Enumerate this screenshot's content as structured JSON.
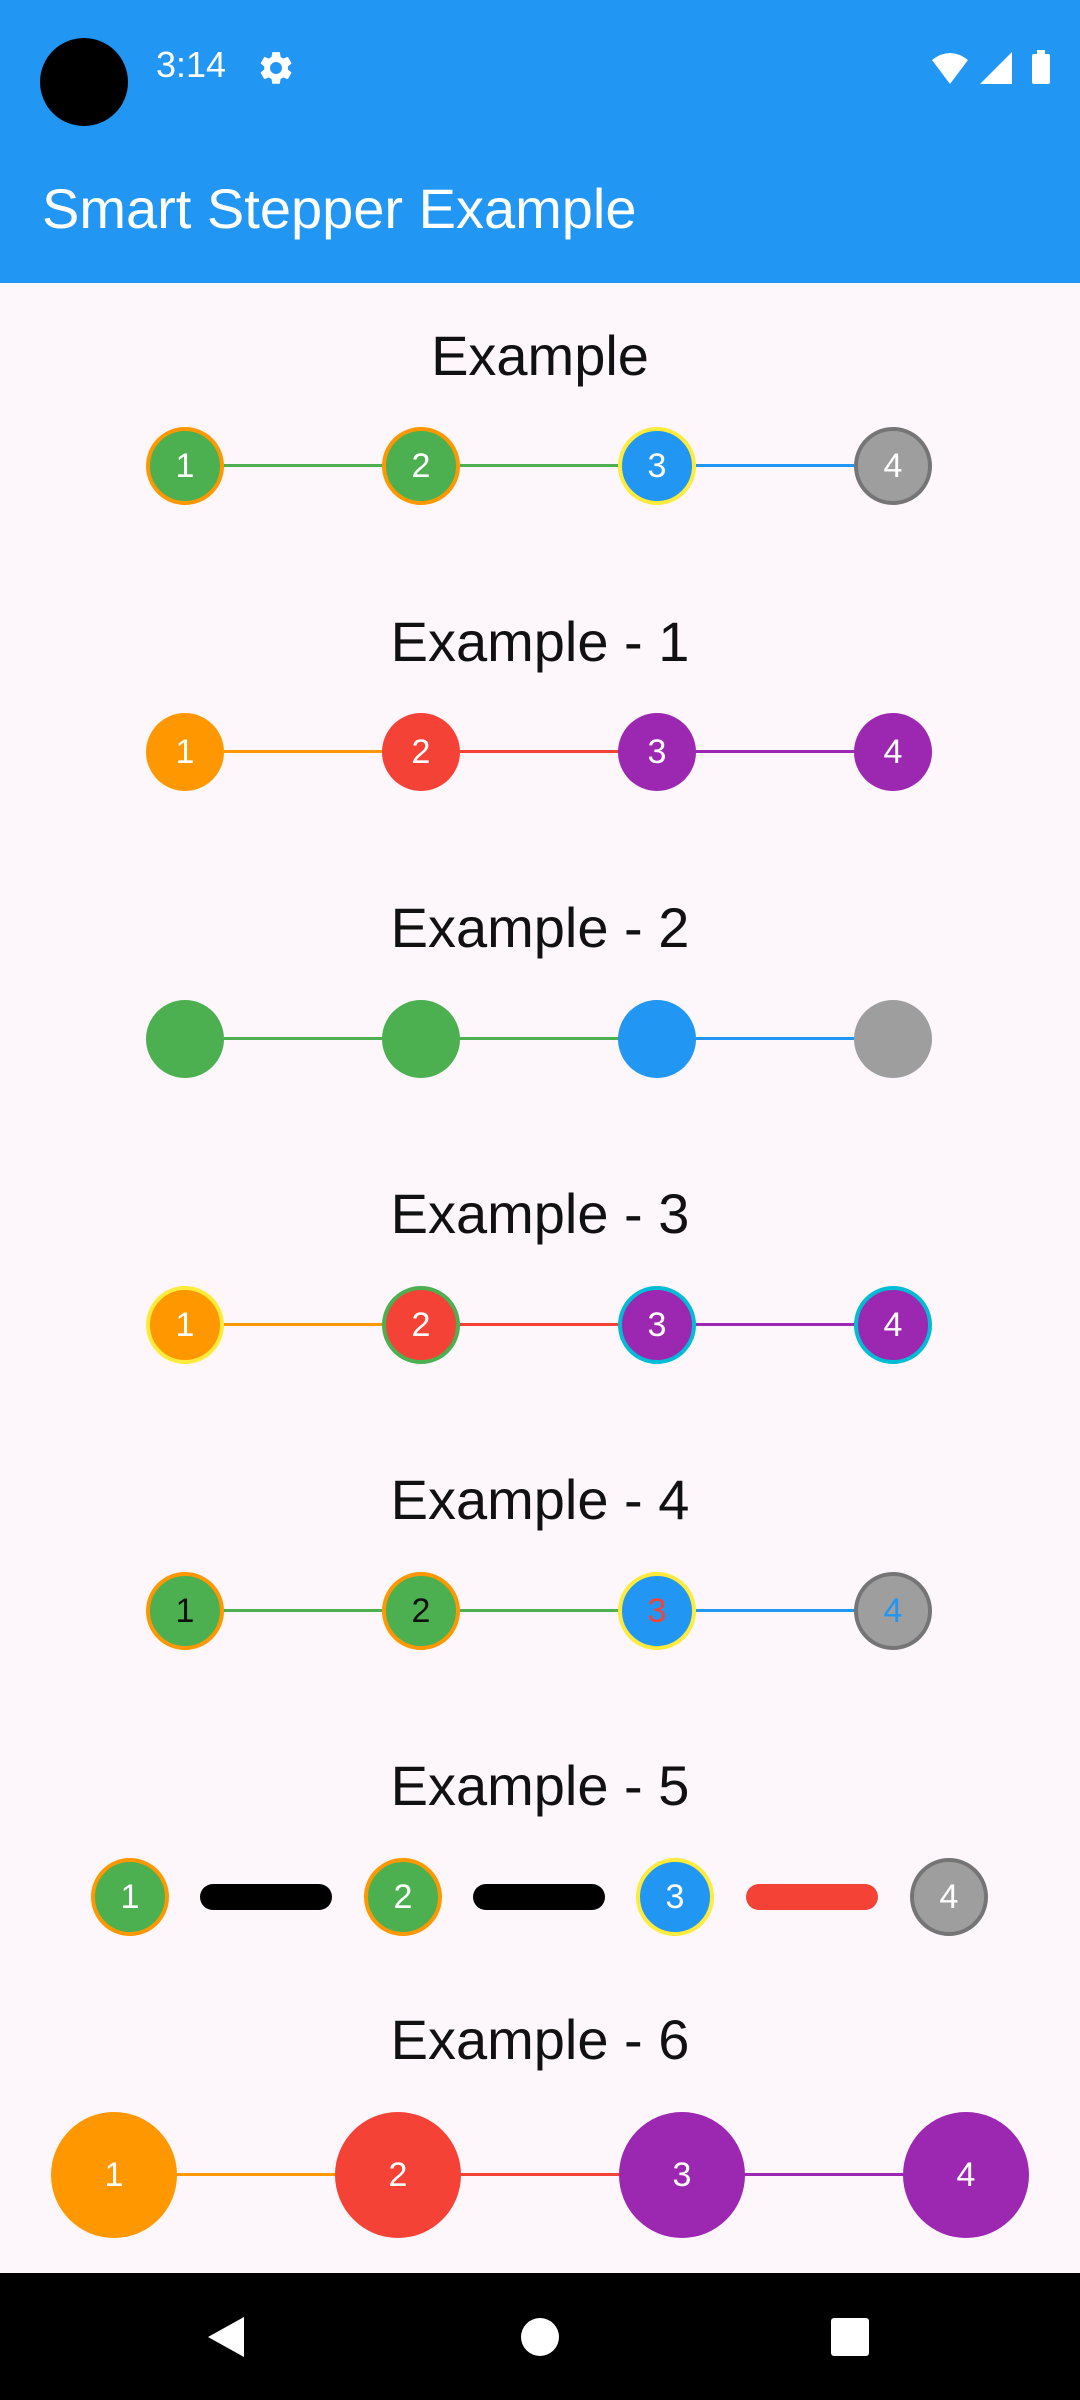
{
  "status_bar": {
    "time": "3:14",
    "icons": [
      "gear-icon",
      "wifi-icon",
      "signal-icon",
      "battery-icon"
    ]
  },
  "app_bar": {
    "title": "Smart Stepper Example",
    "color": "#2196f3"
  },
  "examples": [
    {
      "title": "Example",
      "steps": [
        "1",
        "2",
        "3",
        "4"
      ]
    },
    {
      "title": "Example - 1",
      "steps": [
        "1",
        "2",
        "3",
        "4"
      ]
    },
    {
      "title": "Example - 2",
      "steps": [
        "",
        "",
        "",
        ""
      ]
    },
    {
      "title": "Example - 3",
      "steps": [
        "1",
        "2",
        "3",
        "4"
      ]
    },
    {
      "title": "Example - 4",
      "steps": [
        "1",
        "2",
        "3",
        "4"
      ]
    },
    {
      "title": "Example - 5",
      "steps": [
        "1",
        "2",
        "3",
        "4"
      ]
    },
    {
      "title": "Example - 6",
      "steps": [
        "1",
        "2",
        "3",
        "4"
      ]
    }
  ],
  "colors": {
    "green": "#4caf50",
    "blue": "#2196f3",
    "grey": "#9e9e9e",
    "orange": "#ff9800",
    "red": "#f44336",
    "purple": "#9c27b0",
    "yellow": "#ffeb3b",
    "cyan": "#00bcd4"
  },
  "nav_bar": {
    "icons": [
      "back-icon",
      "home-icon",
      "recents-icon"
    ]
  }
}
